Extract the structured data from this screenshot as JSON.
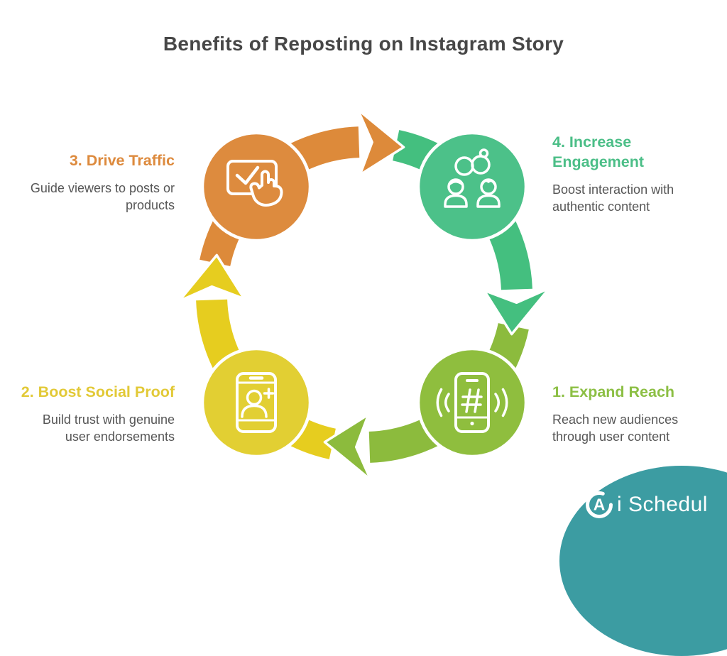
{
  "title": "Benefits of Reposting on Instagram Story",
  "title_color": "#474747",
  "background_color": "#FFFFFF",
  "body_text_color": "#565656",
  "diagram": {
    "type": "cycle",
    "direction": "clockwise",
    "step_order": [
      "1. Expand Reach",
      "2. Boost Social Proof",
      "3. Drive Traffic",
      "4. Increase Engagement"
    ]
  },
  "steps": [
    {
      "heading": "1. Expand Reach",
      "body": "Reach new audiences through user content",
      "position": "bottom-right",
      "icon": "phone-hashtag-icon",
      "circle_color": "#8FBE3E",
      "arrow_color": "#8CBB3D",
      "heading_color": "#8CBF44"
    },
    {
      "heading": "2. Boost Social Proof",
      "body": "Build trust with genuine user endorsements",
      "position": "bottom-left",
      "icon": "phone-add-user-icon",
      "circle_color": "#E2CF33",
      "arrow_color": "#E6CD1F",
      "heading_color": "#E2C937"
    },
    {
      "heading": "3. Drive Traffic",
      "body": "Guide viewers to posts or products",
      "position": "top-left",
      "icon": "tap-check-card-icon",
      "circle_color": "#DD8B3E",
      "arrow_color": "#DD8A3A",
      "heading_color": "#DD8A3D"
    },
    {
      "heading": "4. Increase Engagement",
      "body": "Boost interaction with authentic content",
      "position": "top-right",
      "icon": "engaged-people-icon",
      "circle_color": "#4CC189",
      "arrow_color": "#44BF7F",
      "heading_color": "#4BBE87"
    }
  ],
  "logo": {
    "mark_letter": "A",
    "name_rest": "i Schedul",
    "background_color": "#3C9CA2",
    "text_color": "#FFFFFF"
  }
}
